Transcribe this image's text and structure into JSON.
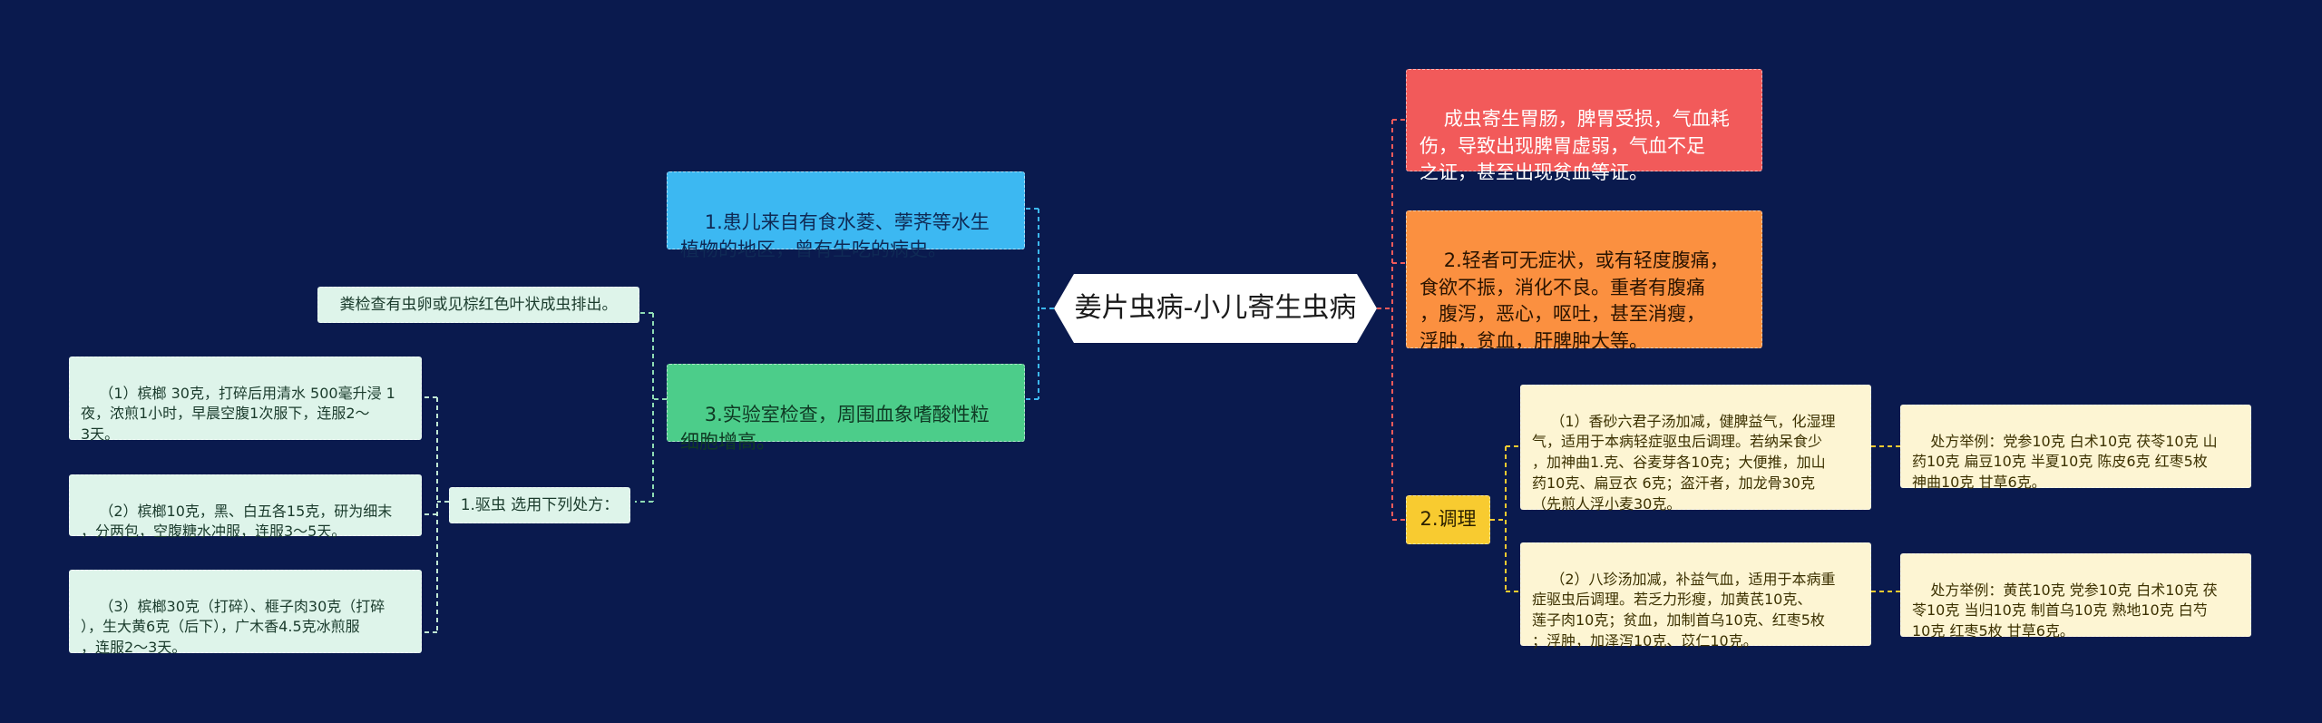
{
  "root": {
    "label": "姜片虫病-小儿寄生虫病"
  },
  "left": {
    "history": {
      "label": "1.患儿来自有食水菱、荸荠等水生\n植物的地区，曾有生吃的病史。"
    },
    "lab": {
      "label": "3.实验室检查，周围血象嗜酸性粒\n细胞增高。"
    },
    "stool": {
      "label": "粪检查有虫卵或见棕红色叶状成虫排出。"
    },
    "deworm": {
      "label": "1.驱虫 选用下列处方：",
      "items": [
        {
          "label": "（1）槟榔 30克，打碎后用清水 500毫升浸 1\n夜，浓煎1小时，早晨空腹1次服下，连服2～\n3天。"
        },
        {
          "label": "（2）槟榔10克，黑、白五各15克，研为细末\n，分两包，空腹糖水冲服，连服3～5天。"
        },
        {
          "label": "（3）槟榔30克（打碎）、榧子肉30克（打碎\n），生大黄6克（后下），广木香4.5克冰煎服\n，连服2～3天。"
        }
      ]
    }
  },
  "right": {
    "adult": {
      "label": "成虫寄生胃肠，脾胃受损，气血耗\n伤，导致出现脾胃虚弱，气血不足\n之证，甚至出现贫血等证。"
    },
    "symptoms": {
      "label": "2.轻者可无症状，或有轻度腹痛，\n食欲不振，消化不良。重者有腹痛\n，腹泻，恶心，呕吐，甚至消瘦，\n浮肿，贫血，肝脾肿大等。"
    },
    "regulate": {
      "label": "2.调理",
      "items": [
        {
          "label": "（1）香砂六君子汤加减，健脾益气，化湿理\n气，适用于本病轻症驱虫后调理。若纳呆食少\n，加神曲1.克、谷麦芽各10克；大便推，加山\n药10克、扁豆衣 6克；盗汗者，加龙骨30克\n（先煎人浮小麦30克。",
          "example": "处方举例：党参10克 白术10克 茯苓10克 山\n药10克 扁豆10克 半夏10克 陈皮6克 红枣5枚\n神曲10克 甘草6克。"
        },
        {
          "label": "（2）八珍汤加减，补益气血，适用于本病重\n症驱虫后调理。若乏力形瘦，加黄芪10克、\n莲子肉10克；贫血，加制首乌10克、红枣5枚\n；浮肿，加泽泻10克、苡仁10克。",
          "example": "处方举例：黄芪10克 党参10克 白术10克 茯\n苓10克 当归10克 制首乌10克 熟地10克 白芍\n10克 红枣5枚 甘草6克。"
        }
      ]
    }
  },
  "colors": {
    "background": "#0a1a4e",
    "blue": "#3cb8f2",
    "green": "#4ccd8a",
    "red": "#f25a5a",
    "orange": "#fb9040",
    "yellow": "#f8cb30",
    "leaf_green": "#def4ea",
    "leaf_yellow": "#fdf5d3"
  }
}
